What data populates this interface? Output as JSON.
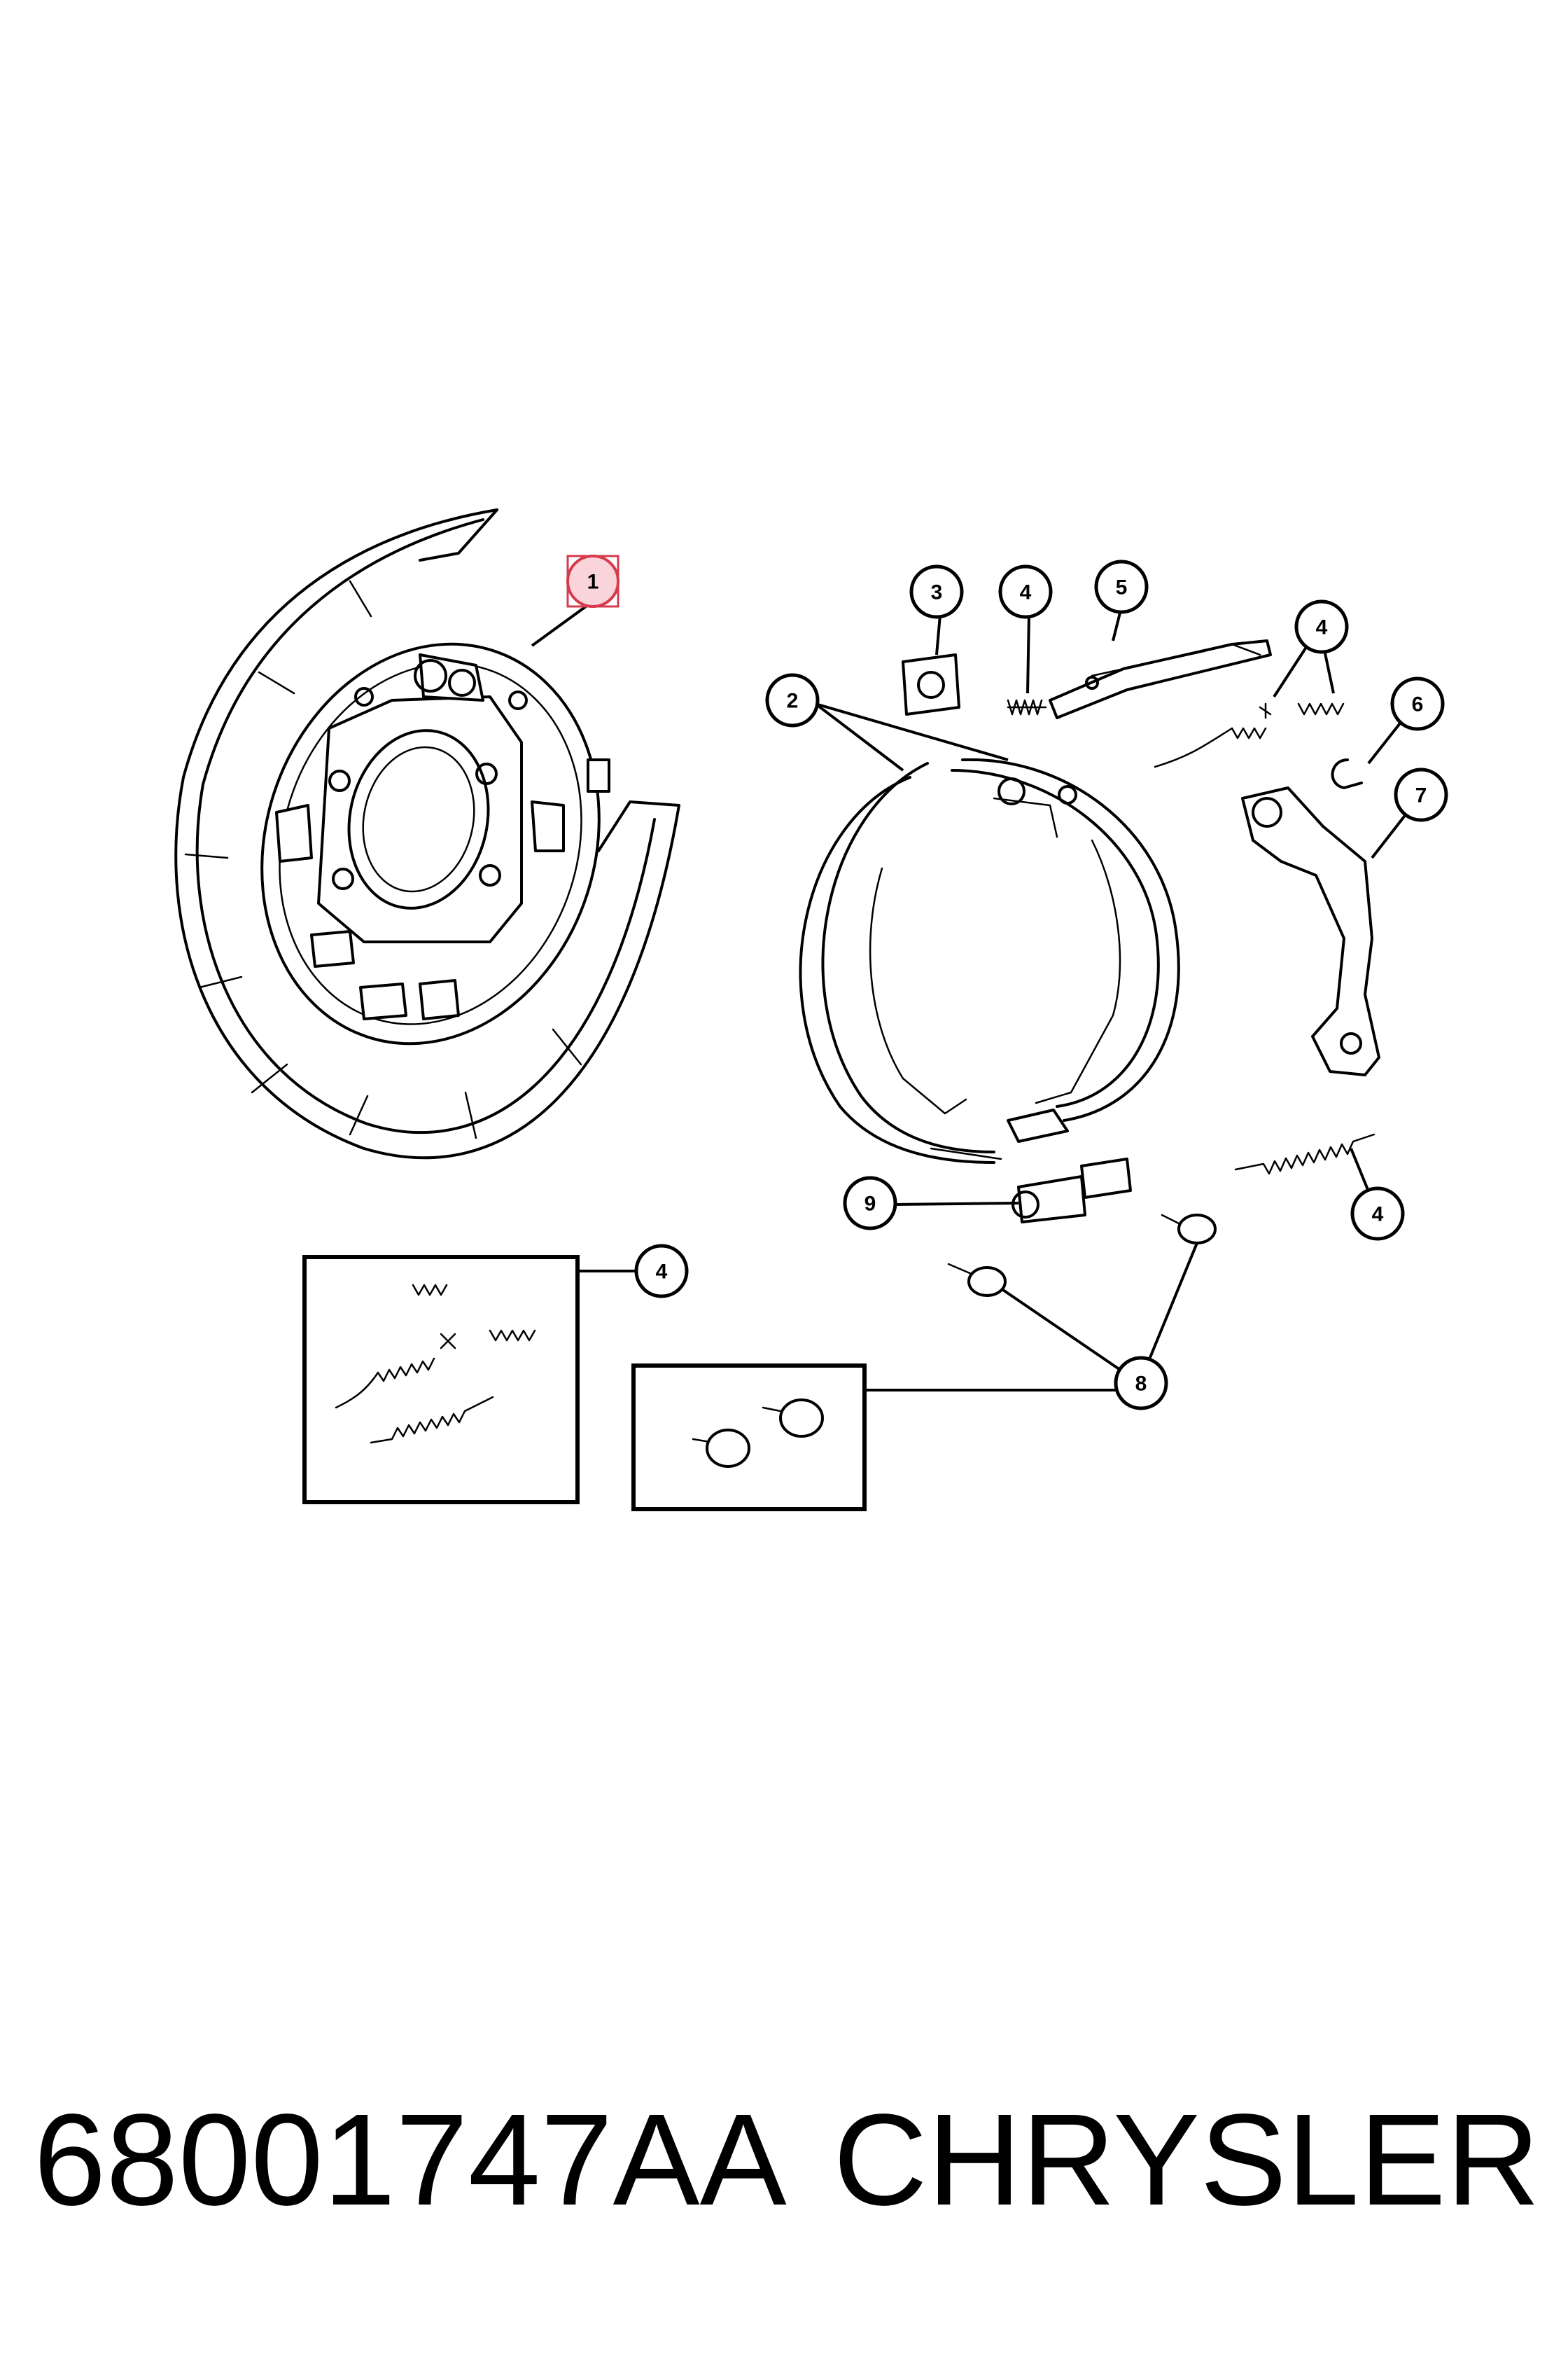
{
  "diagram": {
    "callouts": [
      {
        "id": "c1",
        "label": "1",
        "highlight": true
      },
      {
        "id": "c2",
        "label": "2"
      },
      {
        "id": "c3",
        "label": "3"
      },
      {
        "id": "c4a",
        "label": "4"
      },
      {
        "id": "c5",
        "label": "5"
      },
      {
        "id": "c4b",
        "label": "4"
      },
      {
        "id": "c6",
        "label": "6"
      },
      {
        "id": "c7",
        "label": "7"
      },
      {
        "id": "c4c",
        "label": "4"
      },
      {
        "id": "c9",
        "label": "9"
      },
      {
        "id": "c4d",
        "label": "4"
      },
      {
        "id": "c8",
        "label": "8"
      }
    ],
    "highlight_color": "#d63a4d"
  },
  "caption": {
    "part_number": "68001747AA",
    "brand": "CHRYSLER"
  }
}
